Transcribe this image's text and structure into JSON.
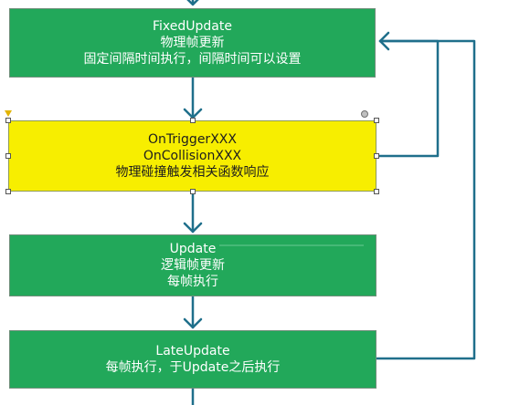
{
  "boxes": {
    "fixed_update": {
      "title": "FixedUpdate",
      "line2": "物理帧更新",
      "line3": "固定间隔时间执行，间隔时间可以设置",
      "fill": "#22a85a"
    },
    "trigger": {
      "title": "OnTriggerXXX",
      "line2": "OnCollisionXXX",
      "line3": "物理碰撞触发相关函数响应",
      "fill": "#f7ee00"
    },
    "update": {
      "title": "Update",
      "line2": "逻辑帧更新",
      "line3": "每帧执行",
      "fill": "#22a85a"
    },
    "late_update": {
      "title": "LateUpdate",
      "line2": "每帧执行，于Update之后执行",
      "fill": "#22a85a"
    }
  },
  "colors": {
    "arrow": "#1f6f8b",
    "selection_handle": "#555555"
  }
}
